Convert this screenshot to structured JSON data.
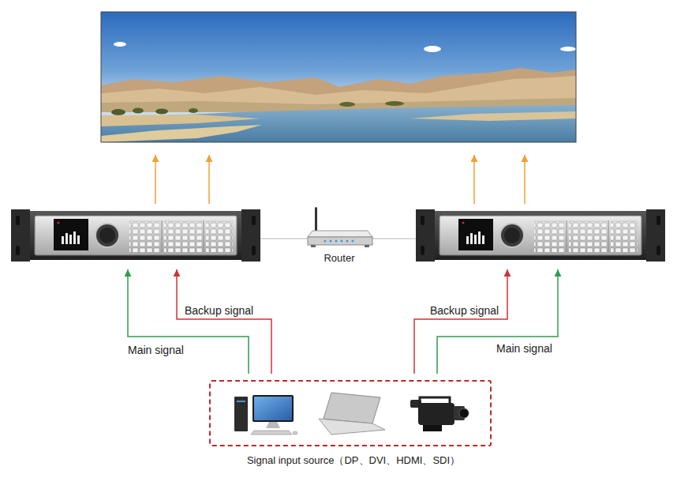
{
  "diagram": {
    "nodes": [
      {
        "text": [
          "Router"
        ]
      },
      {
        "text": [
          "Signal input source（DP、DVI、HDMI、SDI）"
        ]
      }
    ],
    "labels": [
      "Backup signal",
      "Backup signal",
      "Main signal",
      "Main signal"
    ]
  }
}
